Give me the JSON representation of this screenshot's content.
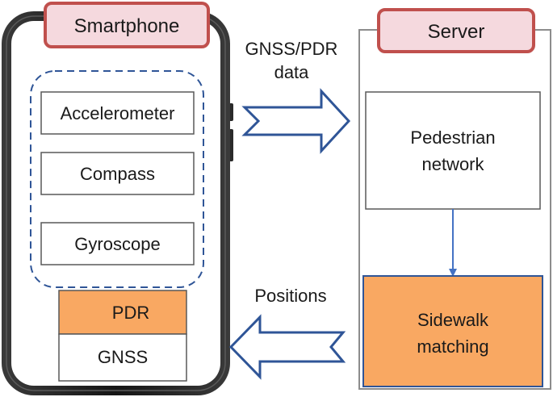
{
  "smartphone": {
    "title": "Smartphone",
    "sensors": [
      "Accelerometer",
      "Compass",
      "Gyroscope"
    ],
    "pdr_label": "PDR",
    "gnss_label": "GNSS"
  },
  "server": {
    "title": "Server",
    "network_label": [
      "Pedestrian",
      "network"
    ],
    "matching_label": [
      "Sidewalk",
      "matching"
    ]
  },
  "arrows": {
    "upload_label": [
      "GNSS/PDR",
      "data"
    ],
    "download_label": "Positions"
  },
  "colors": {
    "title_fill": "#f5d9de",
    "title_border": "#c0504d",
    "orange": "#f9a862",
    "arrow_blue": "#2f5597",
    "connector_blue": "#4472c4",
    "dash_blue": "#2f5597",
    "phone_body": "#1b1b1b"
  }
}
